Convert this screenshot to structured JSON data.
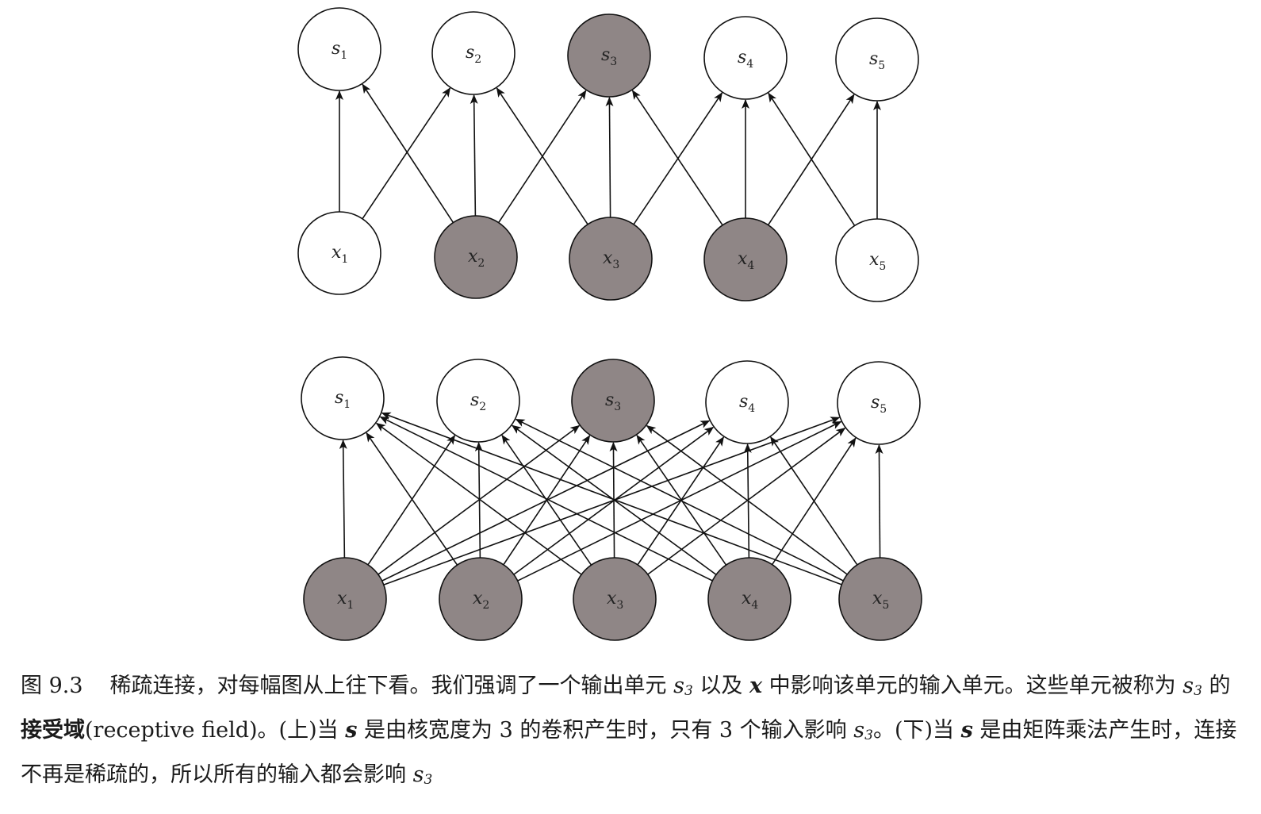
{
  "diagrams": [
    {
      "name": "sparse",
      "outputs": [
        {
          "base": "s",
          "sub": "1",
          "highlighted": false
        },
        {
          "base": "s",
          "sub": "2",
          "highlighted": false
        },
        {
          "base": "s",
          "sub": "3",
          "highlighted": true
        },
        {
          "base": "s",
          "sub": "4",
          "highlighted": false
        },
        {
          "base": "s",
          "sub": "5",
          "highlighted": false
        }
      ],
      "inputs": [
        {
          "base": "x",
          "sub": "1",
          "highlighted": false
        },
        {
          "base": "x",
          "sub": "2",
          "highlighted": true
        },
        {
          "base": "x",
          "sub": "3",
          "highlighted": true
        },
        {
          "base": "x",
          "sub": "4",
          "highlighted": true
        },
        {
          "base": "x",
          "sub": "5",
          "highlighted": false
        }
      ],
      "edges": [
        [
          1,
          1
        ],
        [
          1,
          2
        ],
        [
          2,
          1
        ],
        [
          2,
          2
        ],
        [
          2,
          3
        ],
        [
          3,
          2
        ],
        [
          3,
          3
        ],
        [
          3,
          4
        ],
        [
          4,
          3
        ],
        [
          4,
          4
        ],
        [
          4,
          5
        ],
        [
          5,
          4
        ],
        [
          5,
          5
        ]
      ]
    },
    {
      "name": "dense",
      "outputs": [
        {
          "base": "s",
          "sub": "1",
          "highlighted": false
        },
        {
          "base": "s",
          "sub": "2",
          "highlighted": false
        },
        {
          "base": "s",
          "sub": "3",
          "highlighted": true
        },
        {
          "base": "s",
          "sub": "4",
          "highlighted": false
        },
        {
          "base": "s",
          "sub": "5",
          "highlighted": false
        }
      ],
      "inputs": [
        {
          "base": "x",
          "sub": "1",
          "highlighted": true
        },
        {
          "base": "x",
          "sub": "2",
          "highlighted": true
        },
        {
          "base": "x",
          "sub": "3",
          "highlighted": true
        },
        {
          "base": "x",
          "sub": "4",
          "highlighted": true
        },
        {
          "base": "x",
          "sub": "5",
          "highlighted": true
        }
      ],
      "edges": "all"
    }
  ],
  "caption": {
    "fig_num": "图 9.3",
    "p1": "稀疏连接，对每幅图从上往下看。我们强调了一个输出单元 ",
    "p2": " 以及 ",
    "p3": " 中影响该单元的输入单元。这些单元被称为 ",
    "p4": " 的",
    "p5_bold": "接受域",
    "p6": "(receptive field)。(上)当 ",
    "p7": " 是由核宽度为 3 的卷积产生时，只有 3 个输入影响 ",
    "p8": "。(下)当 ",
    "p9": " 是由矩阵乘法产生时，连接不再是稀疏的，所以所有的输入都会影响 ",
    "sym_s": "s",
    "sym_x": "x",
    "sub_3": "3"
  },
  "colors": {
    "highlight": "#8f8686",
    "plain": "#ffffff",
    "stroke": "#111111"
  }
}
